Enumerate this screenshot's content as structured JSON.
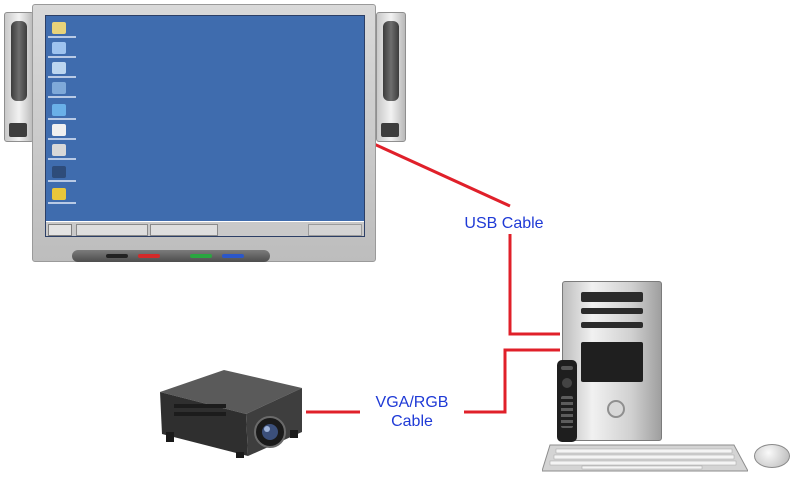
{
  "labels": {
    "usb_cable": "USB Cable",
    "vga_cable_line1": "VGA/RGB",
    "vga_cable_line2": "Cable"
  },
  "colors": {
    "cable": "#e0202a",
    "label_text": "#1f3ad6",
    "screen_blue": "#3f6cae",
    "pen_colors": [
      "#222222",
      "#d42a2a",
      "#2aa640",
      "#2b57c9"
    ]
  },
  "devices": [
    {
      "name": "interactive-whiteboard",
      "icon": "whiteboard-icon"
    },
    {
      "name": "speakers",
      "icon": "speaker-icon"
    },
    {
      "name": "projector",
      "icon": "projector-icon"
    },
    {
      "name": "desktop-computer",
      "icon": "pc-tower-icon"
    },
    {
      "name": "remote-control",
      "icon": "remote-icon"
    },
    {
      "name": "keyboard",
      "icon": "keyboard-icon"
    },
    {
      "name": "mouse",
      "icon": "mouse-icon"
    }
  ]
}
